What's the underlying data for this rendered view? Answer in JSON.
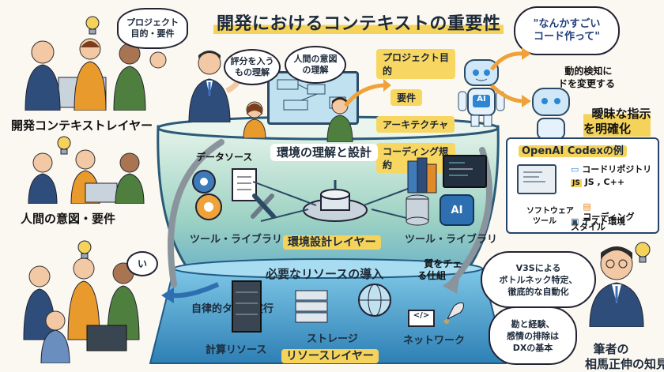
{
  "title": "開発におけるコンテキストの重要性",
  "left": {
    "bubble1": "プロジェクト\n目的・要件",
    "dev_context_label": "開発コンテキストレイヤー",
    "human_intent_label": "人間の意図・要件",
    "speech_icon_text": "い"
  },
  "top_center": {
    "bubble_eval": "評分を入う\nもの理解",
    "bubble_human": "人間の意図\nの理解",
    "tags": [
      "プロジェクト目的",
      "要件",
      "アーキテクチャ",
      "コーディング規約"
    ]
  },
  "top_right": {
    "bubble_ai": "\"なんかすごい\nコード作って\"",
    "dynamic_text": "動的検知に\nドを変更する",
    "clarify": "曖昧な指示\nを明確化",
    "robot_badge": "AI"
  },
  "codex": {
    "title": "OpenAI Codexの例",
    "items": [
      "コードリポジトリ",
      "JS , C++",
      "コーディング\nスタイル",
      "テスト環境"
    ],
    "software_tools": "ソフトウェア\nツール"
  },
  "env": {
    "heading": "環境の理解と設計",
    "data_sources": "データソース",
    "tools_lib_left": "ツール・ライブラリ",
    "env_layer": "環境設計レイヤー",
    "tools_lib_right": "ツール・ライブラリ",
    "mechanism": "質をチェ\nる仕組",
    "ai_chip": "AI"
  },
  "resources": {
    "heading": "必要なリソースの導入",
    "autonomous": "自律的タスク実行",
    "compute": "計算リソース",
    "storage": "ストレージ",
    "network": "ネットワーク",
    "resource_layer": "リソースレイヤー"
  },
  "author": {
    "v3s": "V3Sによる\nボトルネック特定、\n徹底的な自動化",
    "experience": "勘と経験、\n感情の排除は\nDXの基本",
    "label": "筆者の\n相馬正伸の知見"
  }
}
